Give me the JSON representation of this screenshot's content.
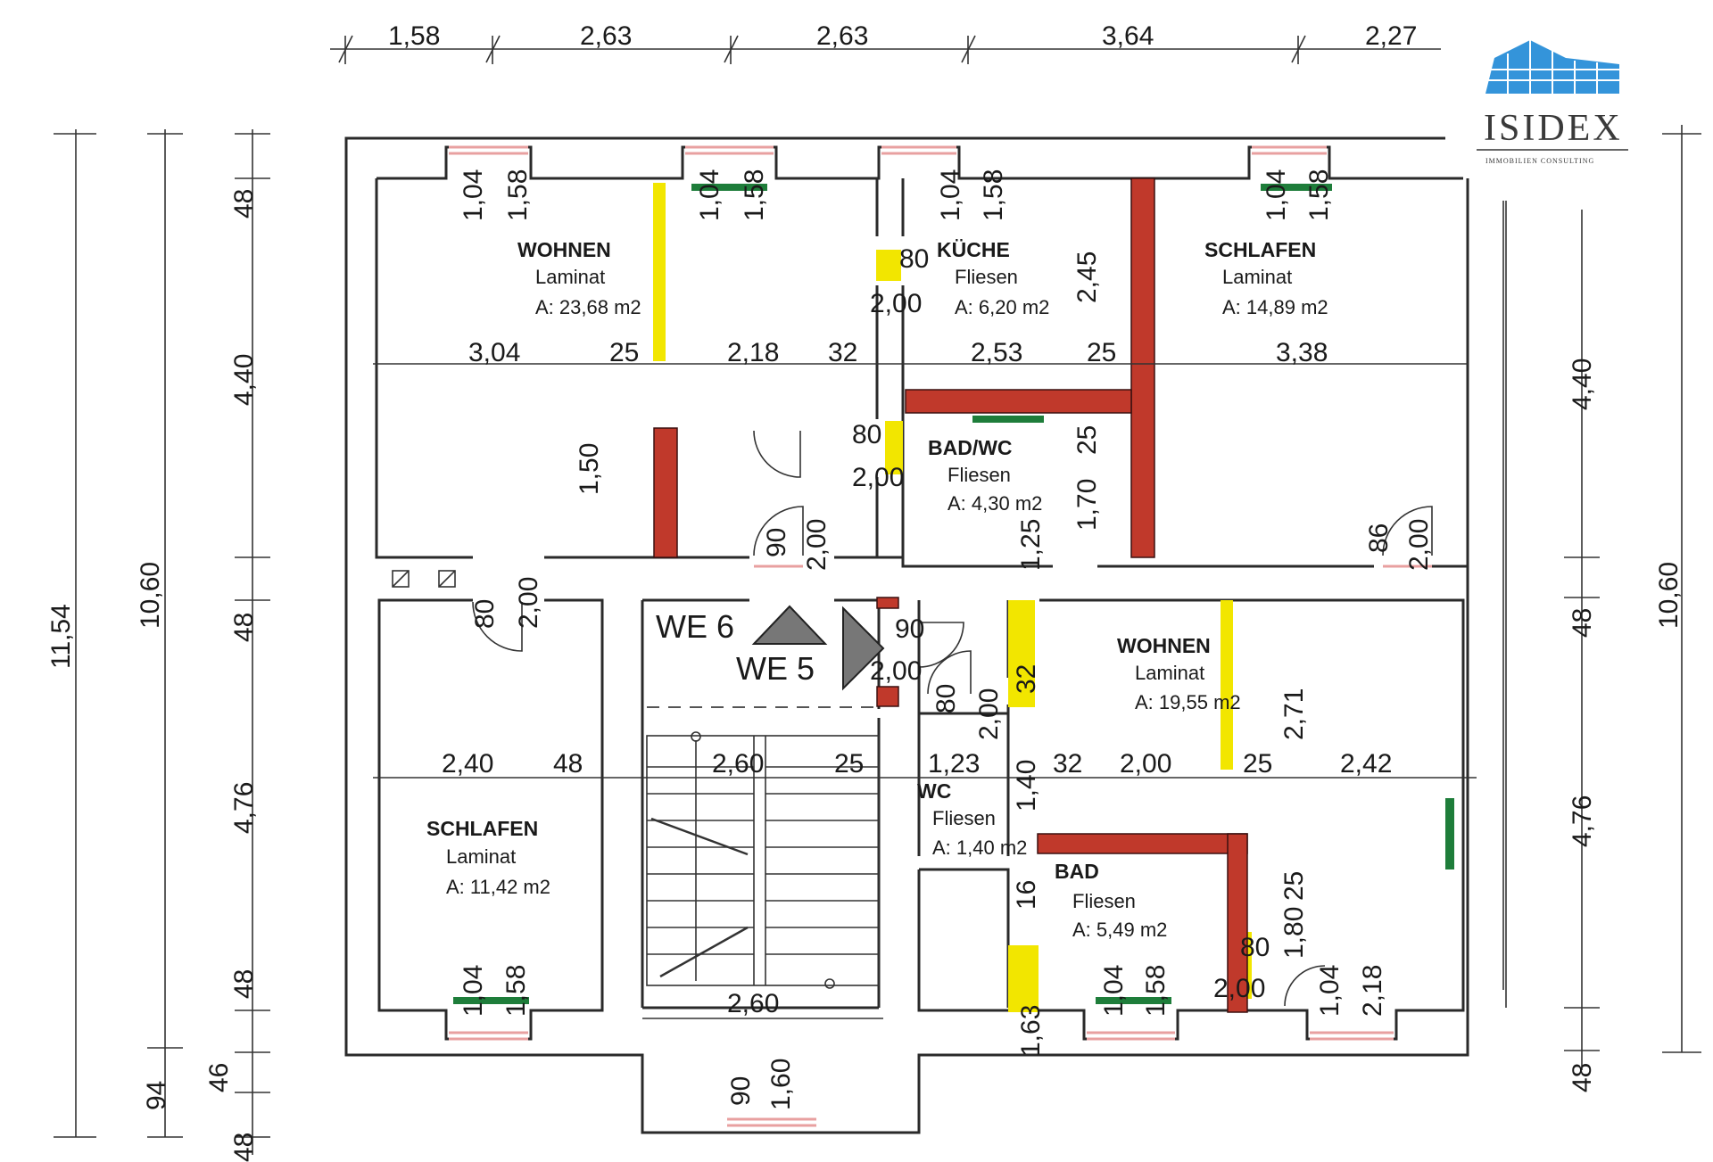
{
  "colors": {
    "new_wall": "#c0392b",
    "removed_wall": "#f2e600",
    "window_marker": "#1e7d3a",
    "logo_blue": "#1e88d6"
  },
  "logo": {
    "name": "ISIDEX",
    "subtitle": "IMMOBILIEN CONSULTING"
  },
  "top_dims": [
    "1,58",
    "2,63",
    "2,63",
    "3,64",
    "2,27"
  ],
  "left_dims": {
    "total": "11,54",
    "inner": "10,60",
    "a": "48",
    "b": "4,40",
    "c": "48",
    "d": "4,76",
    "e": "48",
    "f": "94",
    "g": "46",
    "h": "48"
  },
  "right_dims": {
    "total": "10,60",
    "a": "4,40",
    "b": "48",
    "c": "4,76",
    "d": "48"
  },
  "rooms": {
    "wohnen1": {
      "name": "WOHNEN",
      "floor": "Laminat",
      "area": "A: 23,68 m2"
    },
    "kueche": {
      "name": "KÜCHE",
      "floor": "Fliesen",
      "area": "A: 6,20 m2"
    },
    "schlafen1": {
      "name": "SCHLAFEN",
      "floor": "Laminat",
      "area": "A: 14,89 m2"
    },
    "bad_wc": {
      "name": "BAD/WC",
      "floor": "Fliesen",
      "area": "A: 4,30 m2"
    },
    "wohnen2": {
      "name": "WOHNEN",
      "floor": "Laminat",
      "area": "A: 19,55 m2"
    },
    "schlafen2": {
      "name": "SCHLAFEN",
      "floor": "Laminat",
      "area": "A: 11,42 m2"
    },
    "wc": {
      "name": "WC",
      "floor": "Fliesen",
      "area": "A: 1,40 m2"
    },
    "bad": {
      "name": "BAD",
      "floor": "Fliesen",
      "area": "A: 5,49 m2"
    }
  },
  "units": {
    "we6": "WE 6",
    "we5": "WE 5"
  },
  "inner_dims": {
    "w_3_04": "3,04",
    "w_25a": "25",
    "w_2_18": "2,18",
    "w_32a": "32",
    "w_2_53": "2,53",
    "w_25b": "25",
    "w_3_38": "3,38",
    "h_2_45": "2,45",
    "h_1_50": "1,50",
    "h_25c": "25",
    "h_1_70": "1,70",
    "h_1_25": "1,25",
    "d_80a": "80",
    "d_2_00a": "2,00",
    "d_80b": "80",
    "d_2_00b": "2,00",
    "d_90a": "90",
    "d_2_00c": "2,00",
    "d_86": "86",
    "d_2_00d": "2,00",
    "d_80c": "80",
    "d_2_00e": "2,00",
    "d_90b": "90",
    "d_2_00f": "2,00",
    "d_80d": "80",
    "d_2_00g": "2,00",
    "d_32": "32",
    "w_2_40": "2,40",
    "w_48": "48",
    "w_2_60a": "2,60",
    "w_25d": "25",
    "w_1_23": "1,23",
    "w_32b": "32",
    "w_2_00": "2,00",
    "w_25e": "25",
    "w_2_42": "2,42",
    "h_2_71": "2,71",
    "h_1_40": "1,40",
    "h_16": "16",
    "h_25f": "25",
    "h_1_80": "1,80",
    "d_80e": "80",
    "d_2_00h": "2,00",
    "w_2_60b": "2,60",
    "w_1_63": "1,63",
    "s_90": "90",
    "s_1_60": "1,60"
  },
  "windows": {
    "win1": [
      "1,04",
      "1,58"
    ],
    "win2": [
      "1,04",
      "1,58"
    ],
    "win3": [
      "1,04",
      "1,58"
    ],
    "win4": [
      "1,04",
      "1,58"
    ],
    "win5": [
      "1,04",
      "1,58"
    ],
    "win6": [
      "1,04",
      "1,58"
    ],
    "win7": [
      "1,04",
      "2,18"
    ]
  }
}
